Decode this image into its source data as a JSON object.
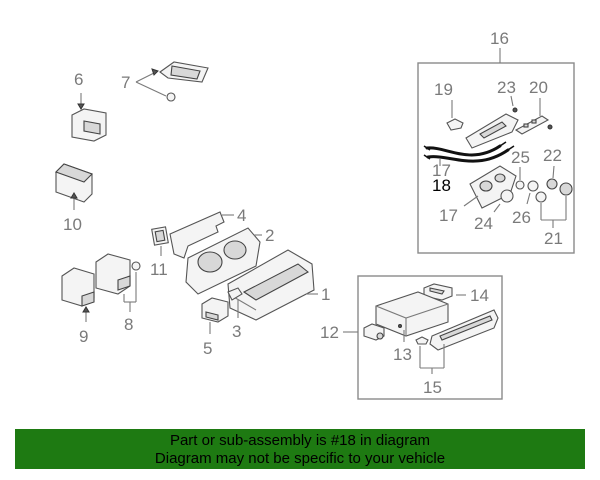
{
  "diagram": {
    "callouts": {
      "c1": "1",
      "c2": "2",
      "c3": "3",
      "c4": "4",
      "c5": "5",
      "c6": "6",
      "c7": "7",
      "c8": "8",
      "c9": "9",
      "c10": "10",
      "c11": "11",
      "c12": "12",
      "c13": "13",
      "c14": "14",
      "c15": "15",
      "c16": "16",
      "c17a": "17",
      "c17b": "17",
      "c18": "18",
      "c19": "19",
      "c20": "20",
      "c21": "21",
      "c22": "22",
      "c23": "23",
      "c24": "24",
      "c25": "25",
      "c26": "26"
    },
    "highlight_part": "18"
  },
  "banner": {
    "line1": "Part or sub-assembly is #18 in diagram",
    "line2": "Diagram may not be specific to your vehicle",
    "color": "#1e7a12"
  }
}
